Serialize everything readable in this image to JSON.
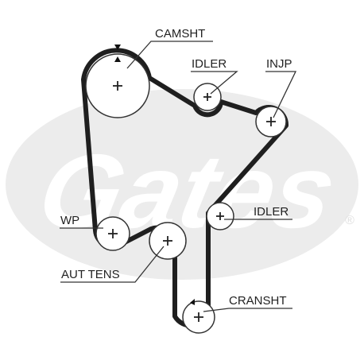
{
  "colors": {
    "belt": "#1f1f1f",
    "pulley_stroke": "#333333",
    "pulley_fill": "#ffffff",
    "leader": "#333333",
    "label": "#222222",
    "watermark": "#ececec"
  },
  "watermark": {
    "brand": "Gates",
    "registered_mark": "®"
  },
  "pulleys": {
    "camshaft": "CAMSHT",
    "idler_top": "IDLER",
    "injection_pump": "INJP",
    "idler_right": "IDLER",
    "water_pump": "WP",
    "auto_tensioner": "AUT TENS",
    "crankshaft": "CRANSHT"
  },
  "icons": {
    "pulley_center": "plus-icon",
    "timing_mark": "triangle-marker-icon"
  }
}
